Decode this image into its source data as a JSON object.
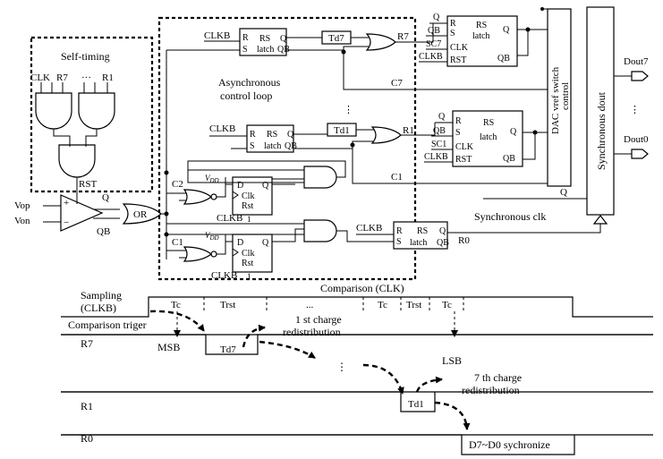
{
  "self_timing": {
    "title": "Self-timing",
    "in_clk": "CLK",
    "in_r7": "R7",
    "in_dots": "···",
    "in_r1": "R1",
    "out_rst": "RST"
  },
  "async_loop": {
    "title_line1": "Asynchronous",
    "title_line2": "control loop"
  },
  "comparator": {
    "plus": "+",
    "minus": "−",
    "vop": "Vop",
    "von": "Von",
    "q": "Q",
    "qb": "QB",
    "or_gate": "OR"
  },
  "rs_latch_top": {
    "clkb": "CLKB",
    "r": "R",
    "s": "S",
    "name1": "RS",
    "name2": "latch",
    "q": "Q",
    "qb": "QB"
  },
  "rs_latch_mid": {
    "clkb": "CLKB",
    "r": "R",
    "s": "S",
    "name1": "RS",
    "name2": "latch",
    "q": "Q",
    "qb": "QB"
  },
  "rs_latch_bottom": {
    "clkb": "CLKB",
    "r": "R",
    "s": "S",
    "name1": "RS",
    "name2": "latch",
    "q": "Q",
    "qb": "QB",
    "out": "R0"
  },
  "delays": {
    "td7": "Td7",
    "td1": "Td1",
    "vdots": "⋮"
  },
  "or_outputs": {
    "r7": "R7",
    "r1": "R1",
    "c7": "C7",
    "c1": "C1"
  },
  "dff_upper": {
    "c": "C2",
    "vdd": "V",
    "vdd_sub": "DD",
    "d": "D",
    "q": "Q",
    "clk": "Clk",
    "rst": "Rst",
    "one": "1",
    "clkb": "CLKB"
  },
  "dff_lower": {
    "c": "C1",
    "vdd": "V",
    "vdd_sub": "DD",
    "d": "D",
    "q": "Q",
    "clk": "Clk",
    "rst": "Rst",
    "one": "1",
    "clkb": "CLKB"
  },
  "rs_out_top": {
    "q_in": "Q",
    "qb_in": "QB",
    "sc": "SC7",
    "clkb": "CLKB",
    "r": "R",
    "s": "S",
    "clk": "CLK",
    "rst": "RST",
    "name1": "RS",
    "name2": "latch",
    "q": "Q",
    "qb": "QB"
  },
  "rs_out_bottom": {
    "q_in": "Q",
    "qb_in": "QB",
    "sc": "SC1",
    "clkb": "CLKB",
    "r": "R",
    "s": "S",
    "clk": "CLK",
    "rst": "RST",
    "name1": "RS",
    "name2": "latch",
    "q": "Q",
    "qb": "QB"
  },
  "dac_block": {
    "line1": "DAC vref switch",
    "line2": "control",
    "q": "Q"
  },
  "sync_block": {
    "label": "Synchronous dout",
    "clk_label": "Synchronous clk",
    "dout7": "Dout7",
    "vdots": "⋮",
    "dout0": "Dout0"
  },
  "timing": {
    "sampling1": "Sampling",
    "sampling2": "(CLKB)",
    "comparison_clk": "Comparison (CLK)",
    "comp_trigger": "Comparison triger",
    "tc1": "Tc",
    "trst1": "Trst",
    "dots1": "...",
    "tc2": "Tc",
    "trst2": "Trst",
    "tc3": "Tc",
    "r7": "R7",
    "msb": "MSB",
    "td7": "Td7",
    "charge1_l1": "1 st charge",
    "charge1_l2": "redistribution",
    "dots2": "⋮",
    "lsb": "LSB",
    "charge7_l1": "7 th charge",
    "charge7_l2": "redistribution",
    "r1": "R1",
    "td1": "Td1",
    "r0": "R0",
    "sync_label": "D7~D0 sychronize"
  }
}
